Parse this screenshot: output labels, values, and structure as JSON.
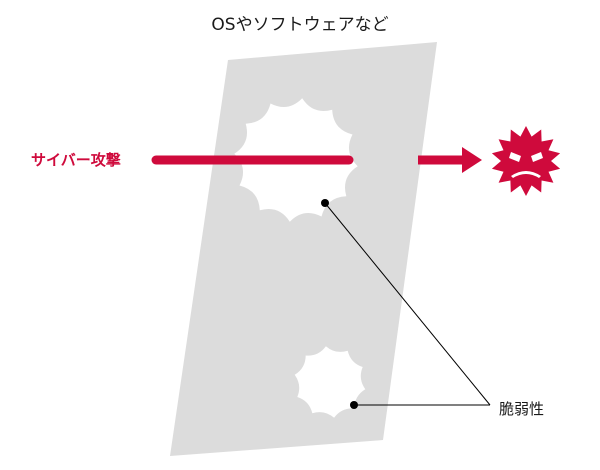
{
  "title": "OSやソフトウェアなど",
  "attack_label": "サイバー攻撃",
  "vulnerability_label": "脆弱性",
  "colors": {
    "attack_red": "#cf0a3c",
    "panel_gray": "#dcdcdc",
    "text": "#1a1a1a",
    "leader_line": "#000000"
  },
  "icons": [
    "virus-icon",
    "arrow-head-icon"
  ]
}
